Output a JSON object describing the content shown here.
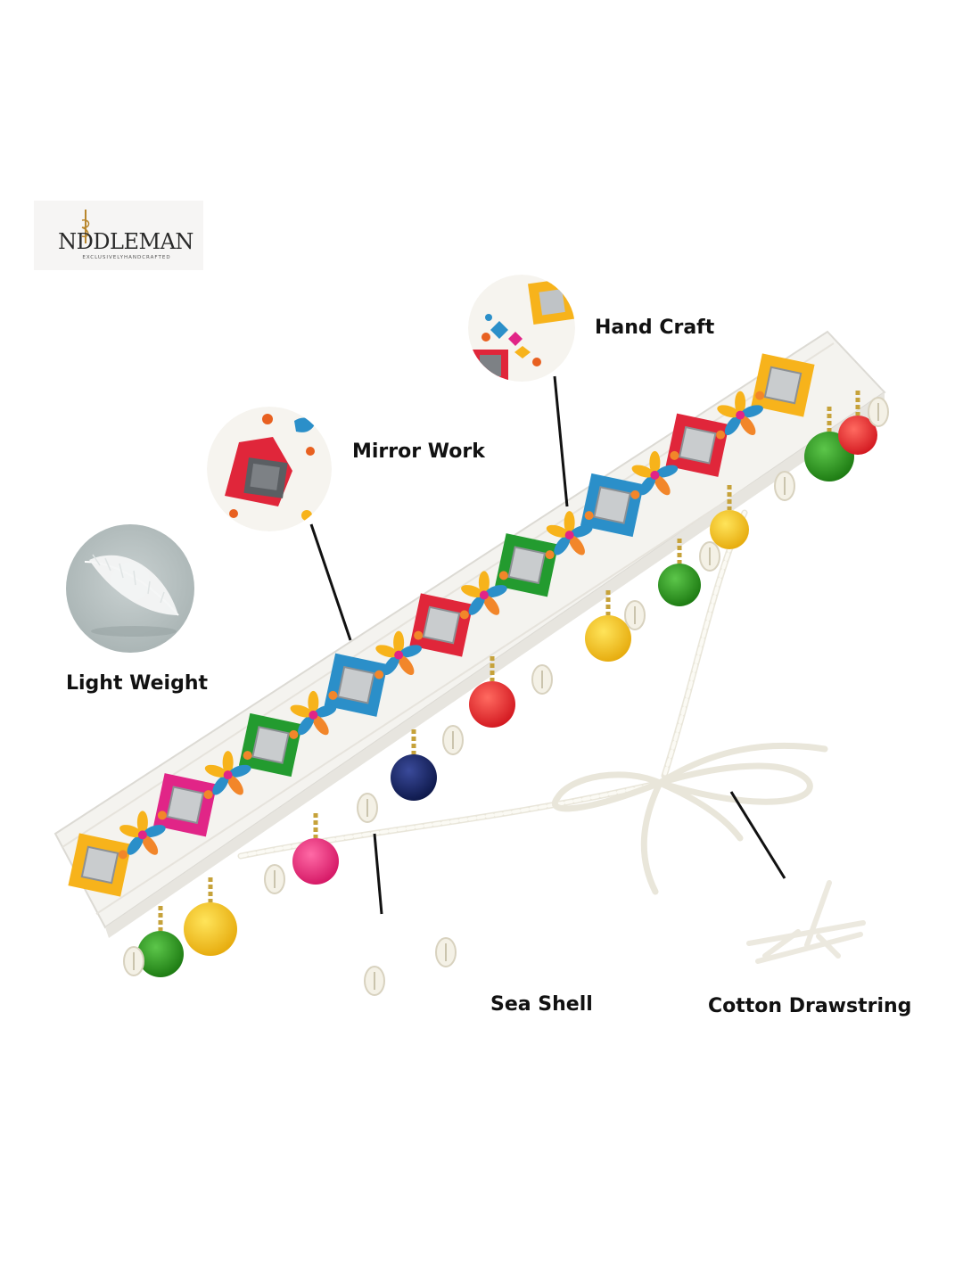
{
  "brand": {
    "name": "NDDLEMAN",
    "tagline": "EXCLUSIVELYHANDCRAFTED"
  },
  "features": {
    "hand_craft": "Hand Craft",
    "mirror_work": "Mirror Work",
    "light_weight": "Light Weight",
    "sea_shell": "Sea Shell",
    "cotton_drawstring": "Cotton Drawstring"
  },
  "colors": {
    "belt_base": "#f7f6f2",
    "pom_red": "#e8262b",
    "pom_green": "#2f9a1f",
    "pom_yellow": "#f4c21a",
    "pom_navy": "#1a2a6b",
    "pom_pink": "#e8317a",
    "feather_bg": "#b3bdbd",
    "accent_yellow": "#f7b31b",
    "accent_magenta": "#e12587",
    "accent_blue": "#2b8fc9",
    "accent_green": "#239b2f",
    "accent_red": "#e0263a"
  }
}
